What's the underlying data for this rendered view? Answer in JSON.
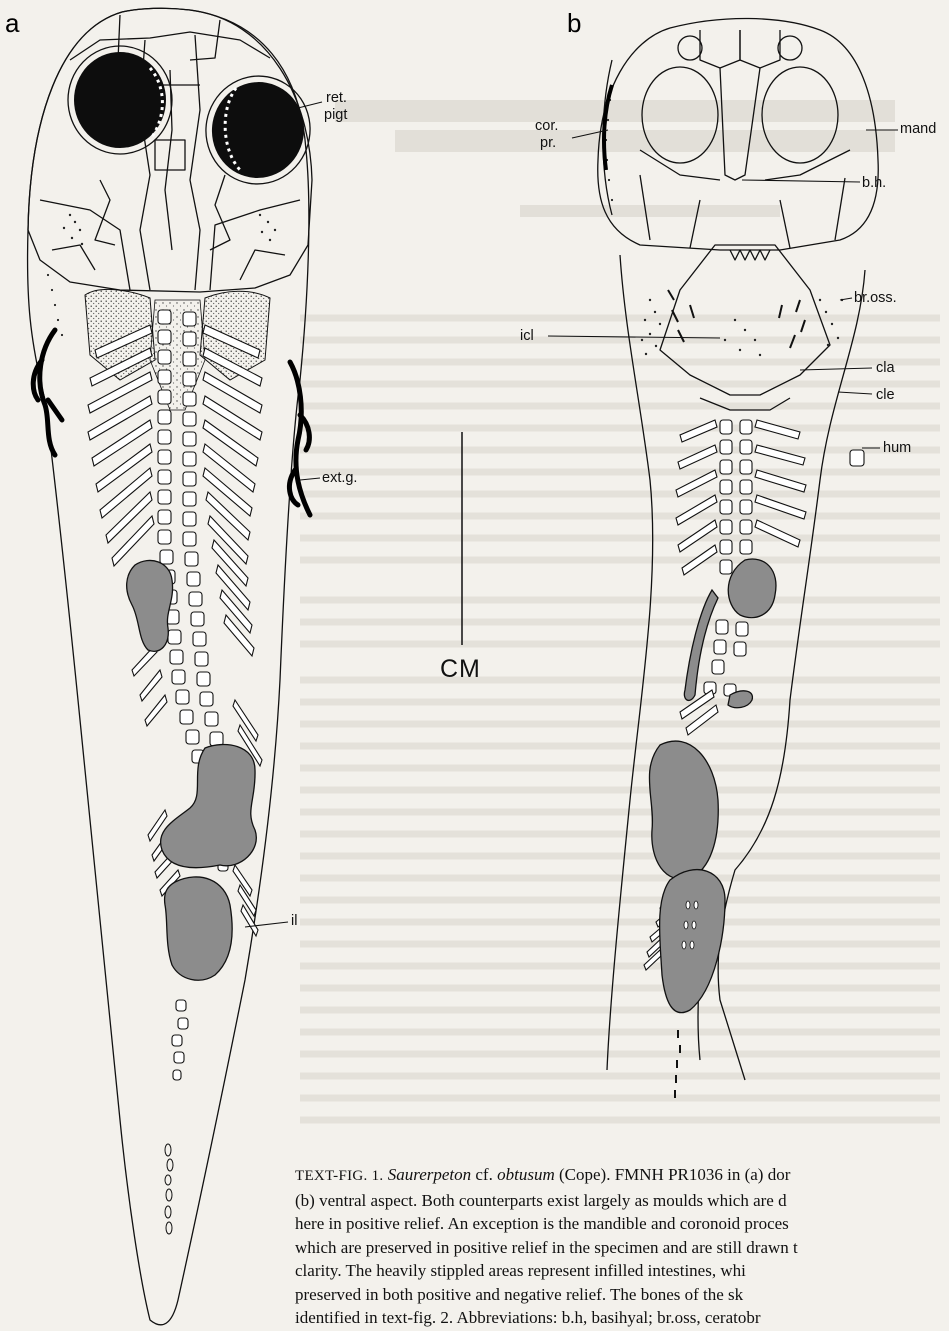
{
  "figure": {
    "panel_a_letter": "a",
    "panel_b_letter": "b",
    "scale_unit": "CM",
    "labels": {
      "ret": "ret.",
      "pigt": "pigt",
      "ext_g": "ext.g.",
      "il": "il",
      "cor": "cor.",
      "pr": "pr.",
      "mand": "mand",
      "bh": "b.h.",
      "br_oss": "br.oss.",
      "icl": "icl",
      "cla": "cla",
      "cle": "cle",
      "hum": "hum"
    }
  },
  "caption": {
    "head": "TEXT-FIG. 1.",
    "genus": "Saurerpeton",
    "species_rest": " cf. ",
    "species": "obtusum",
    "author_spec": " (Cope). FMNH PR1036 in (a) dor",
    "line2_b": "(b)",
    "line2_rest": " ventral aspect. Both counterparts exist largely as moulds which are d",
    "line3": "here in positive relief. An exception is the mandible and coronoid proces",
    "line4": "which are preserved in positive relief in the specimen and are still drawn t",
    "line5": "clarity. The heavily stippled areas represent infilled intestines, whi",
    "line6": "preserved in both positive and negative relief. The bones of the sk",
    "line7": "identified in text-fig. 2. Abbreviations: b.h, basihyal; br.oss, ceratobr"
  },
  "colors": {
    "ink": "#111111",
    "intestine_fill": "#8c8c8c",
    "paper": "#f3f1ec",
    "pigment": "#0d0d0d"
  }
}
